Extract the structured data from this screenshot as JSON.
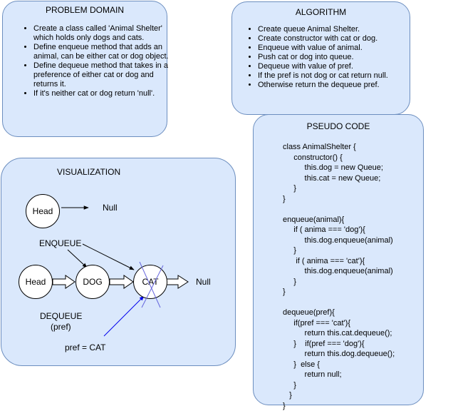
{
  "problem_domain": {
    "title": "PROBLEM DOMAIN",
    "items": [
      "Create a class called 'Animal Shelter' which holds only dogs and cats.",
      "Define enqueue method that adds an animal, can be either cat or dog object.",
      "Define dequeue method   that takes in a preference of either cat or dog and returns it.",
      "If it's neither cat or dog return 'null'."
    ]
  },
  "algorithm": {
    "title": "ALGORITHM",
    "items": [
      "Create queue Animal Shelter.",
      "Create constructor with cat or dog.",
      "Enqueue with value of animal.",
      "Push cat or dog into queue.",
      "Dequeue with value of pref.",
      "If the pref is not dog or cat return null.",
      "Otherwise return the dequeue pref."
    ]
  },
  "visualization": {
    "title": "VISUALIZATION",
    "top_head": "Head",
    "top_null": "Null",
    "enqueue_label": "ENQUEUE",
    "head": "Head",
    "dog": "DOG",
    "cat": "CAT",
    "null": "Null",
    "dequeue_label": "DEQUEUE",
    "pref_label": "(pref)",
    "pref_value": "pref = CAT"
  },
  "pseudo_code": {
    "title": "PSEUDO CODE",
    "code": "class AnimalShelter {\n     constructor() {\n          this.dog = new Queue;\n          this.cat = new Queue;\n     }\n}\n\nenqueue(animal){\n     if ( anima === 'dog'){\n          this.dog.enqueue(animal)\n     }\n      if ( anima === 'cat'){\n          this.dog.enqueue(animal)\n     }\n}\n\ndequeue(pref){\n     if(pref === 'cat'){\n          return this.cat.dequeue();\n     }    if(pref === 'dog'){\n          return this.dog.dequeue();\n     }  else {\n          return null;\n     }\n   }\n}"
  }
}
